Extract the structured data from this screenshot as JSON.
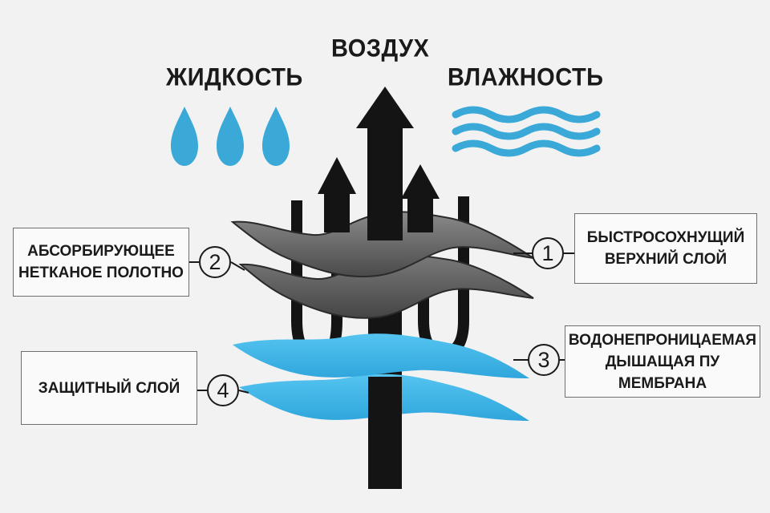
{
  "headings": {
    "liquid": "ЖИДКОСТЬ",
    "air": "ВОЗДУХ",
    "moisture": "ВЛАЖНОСТЬ"
  },
  "layers": [
    {
      "number": "1",
      "line1": "БЫСТРОСОХНУЩИЙ",
      "line2": "ВЕРХНИЙ СЛОЙ"
    },
    {
      "number": "2",
      "line1": "АБСОРБИРУЮЩЕЕ",
      "line2": "НЕТКАНОЕ ПОЛОТНО"
    },
    {
      "number": "3",
      "line1": "ВОДОНЕПРОНИЦАЕМАЯ",
      "line2": "ДЫШАЩАЯ ПУ МЕМБРАНА"
    },
    {
      "number": "4",
      "line1": "ЗАЩИТНЫЙ СЛОЙ"
    }
  ],
  "colors": {
    "background": "#f2f2f2",
    "droplet": "#3aa9d8",
    "wave": "#3aa9d8",
    "gray_layer": "#6b6b6b",
    "blue_layer": "#3fb3e6",
    "arrow": "#141414"
  },
  "icons": [
    "water-drop-icon",
    "wave-icon",
    "arrow-up-icon"
  ]
}
